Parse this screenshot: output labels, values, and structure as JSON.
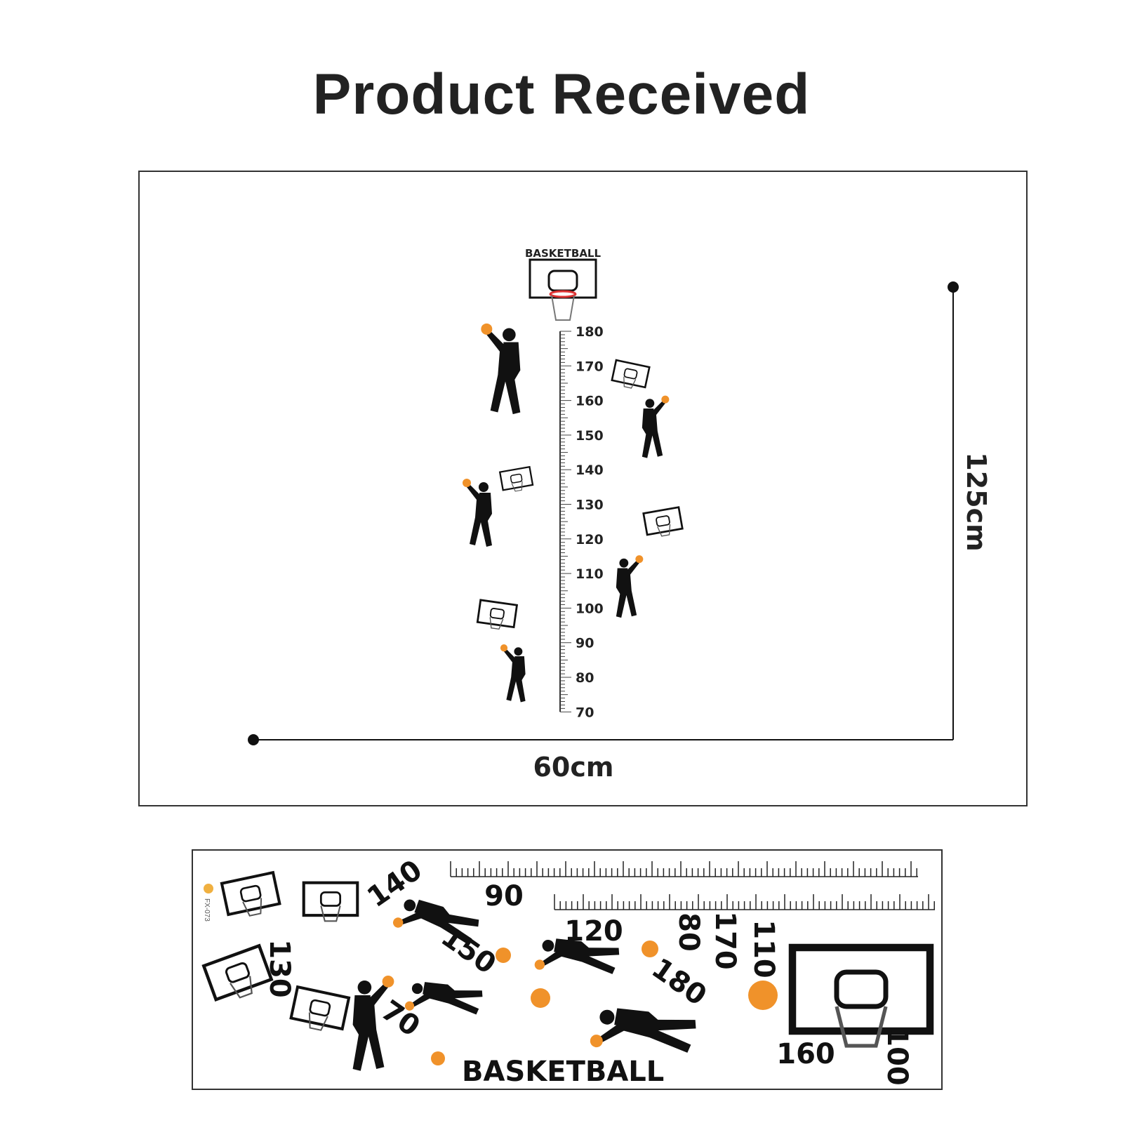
{
  "title": "Product Received",
  "preview": {
    "header_text": "BASKETBALL",
    "ruler_labels": [
      "180",
      "170",
      "160",
      "150",
      "140",
      "130",
      "120",
      "110",
      "100",
      "90",
      "80",
      "70"
    ],
    "width_label": "60cm",
    "height_label": "125cm"
  },
  "sheet": {
    "brand_text": "BASKETBALL",
    "code": "FX-073",
    "numbers": [
      "140",
      "90",
      "120",
      "80",
      "170",
      "110",
      "150",
      "130",
      "180",
      "70",
      "160",
      "100"
    ]
  },
  "colors": {
    "ball": "#f0922a",
    "rim": "#d33",
    "ink": "#111"
  }
}
